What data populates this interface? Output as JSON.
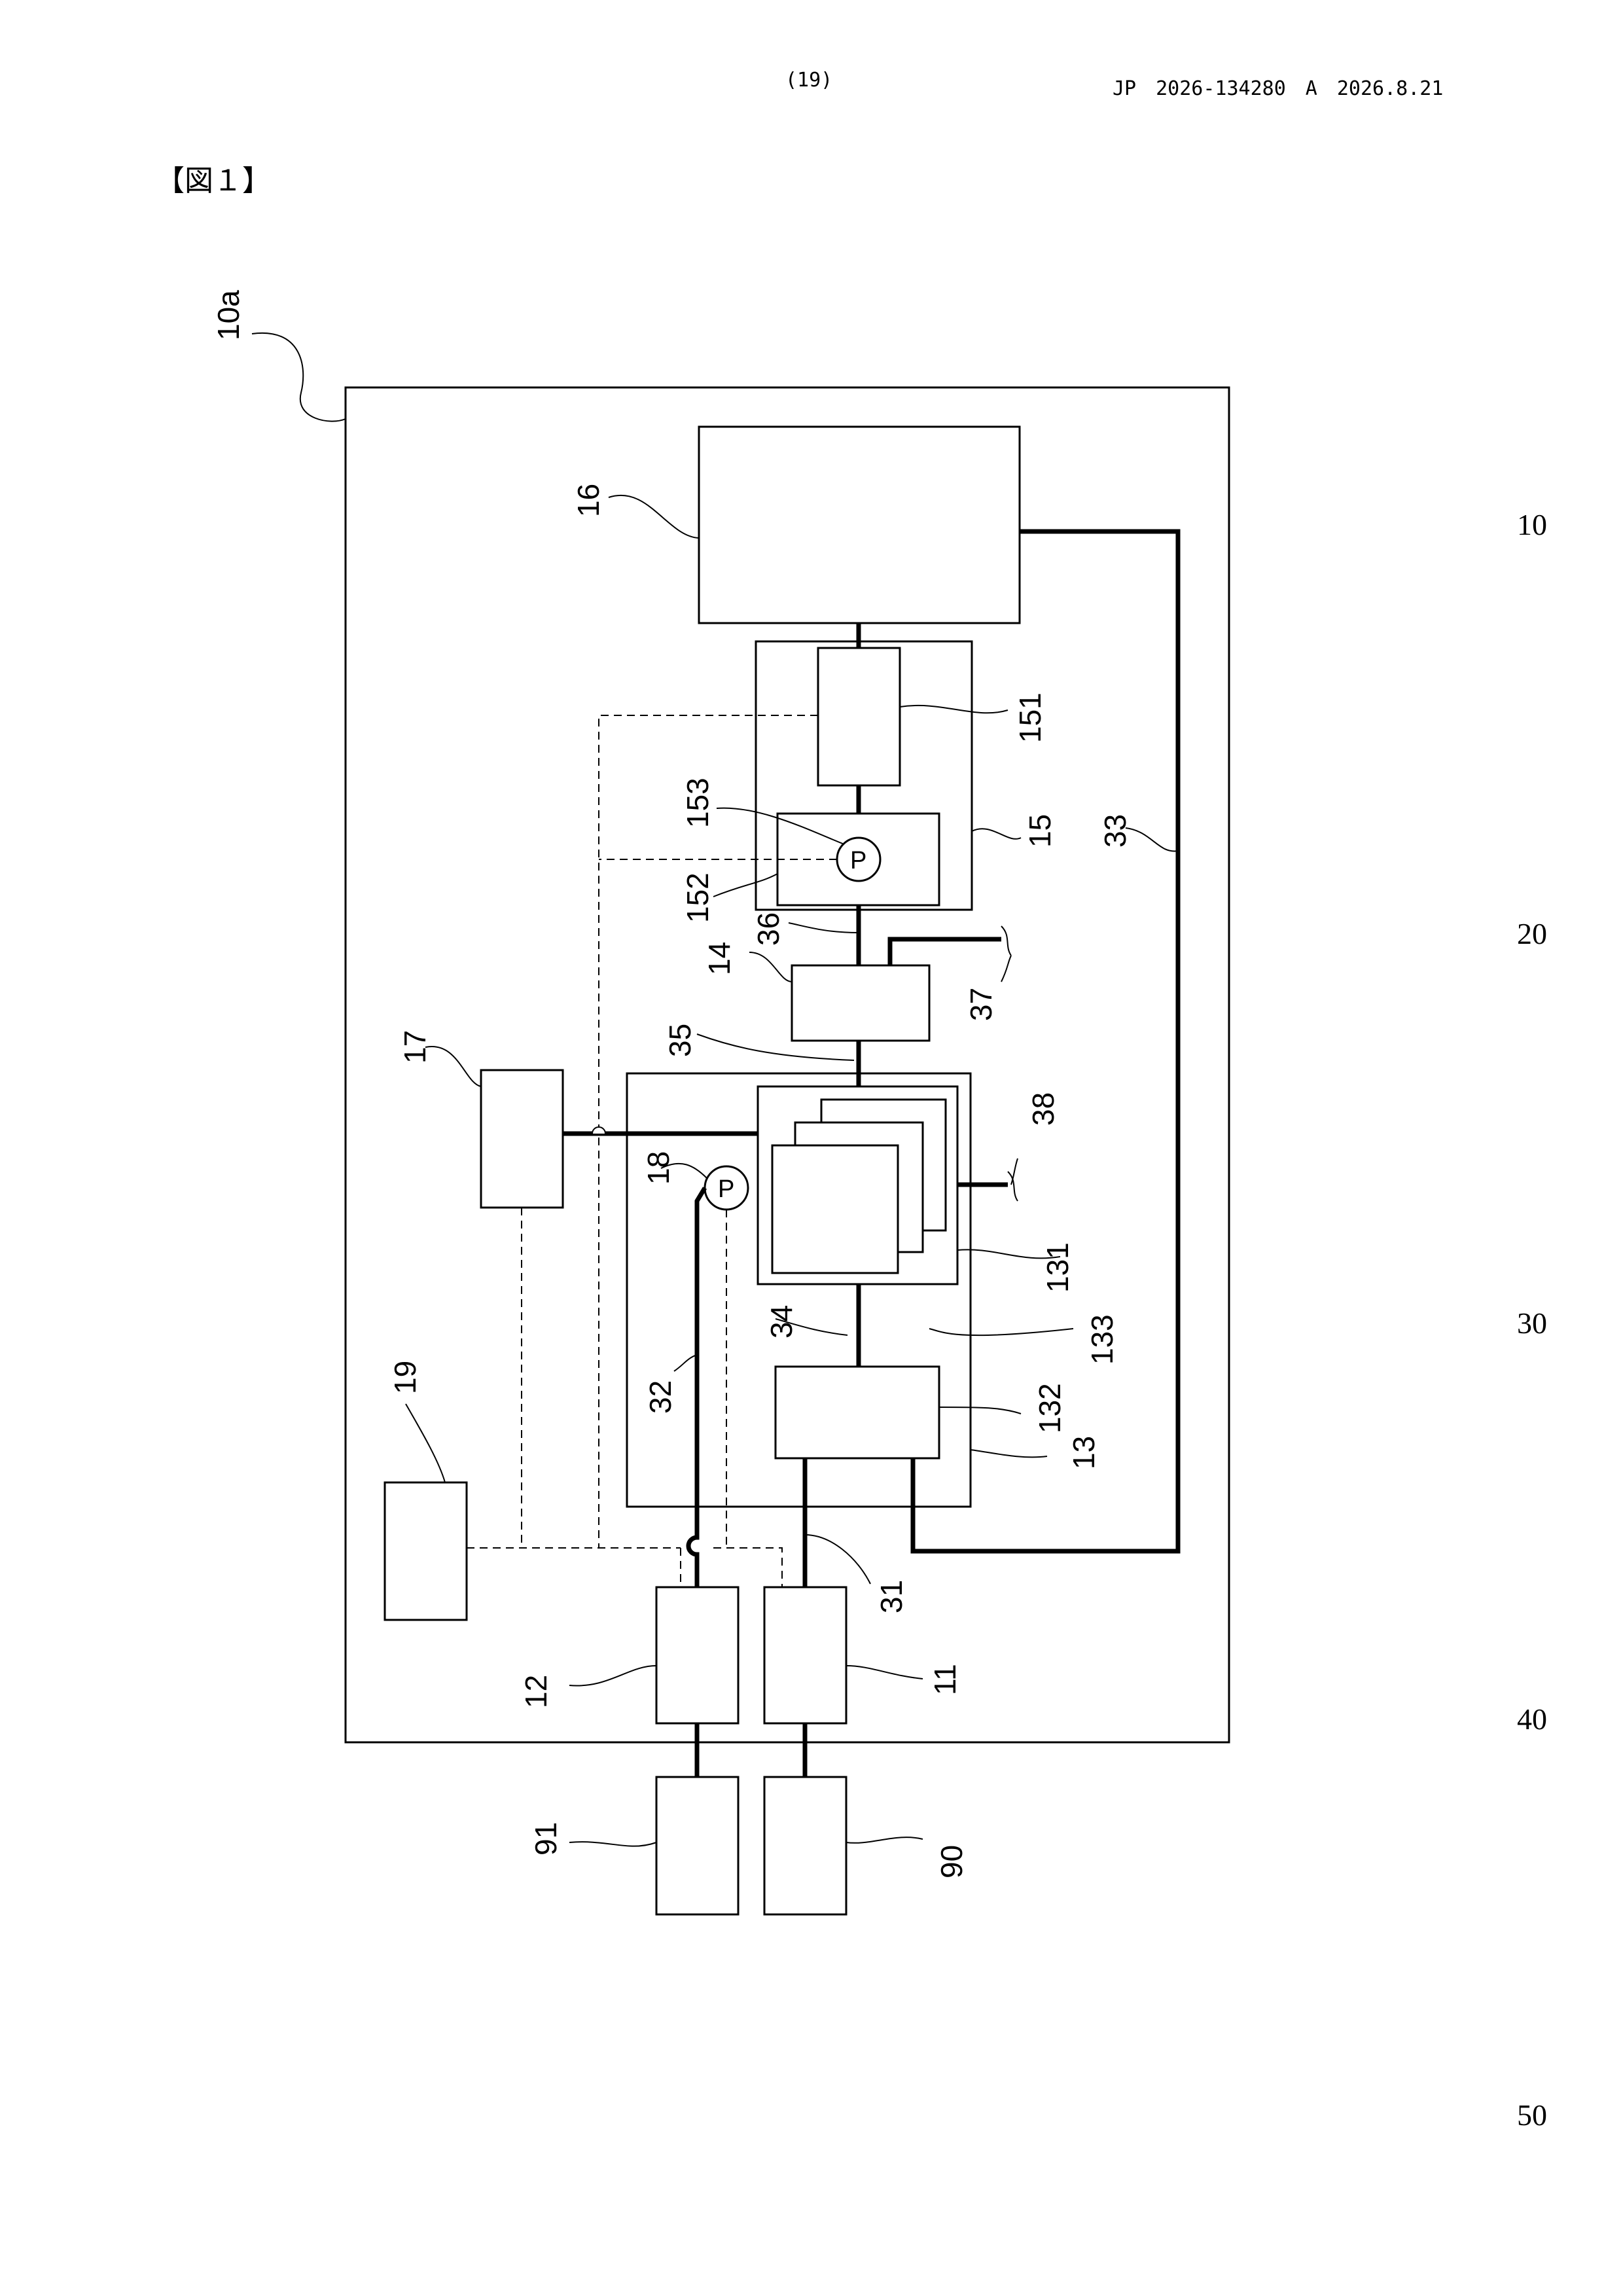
{
  "header": {
    "page_number": "(19)",
    "publication": "JP　2026-134280　A　2026.8.21"
  },
  "figure": {
    "label": "【図１】",
    "system_ref": "10a",
    "refs": {
      "r16": "16",
      "r151": "151",
      "r153": "153",
      "r152": "152",
      "r15": "15",
      "r33": "33",
      "r36": "36",
      "r14": "14",
      "r37": "37",
      "r35": "35",
      "r17": "17",
      "r38": "38",
      "r18": "18",
      "r131": "131",
      "r34": "34",
      "r133": "133",
      "r19": "19",
      "r32": "32",
      "r132": "132",
      "r13": "13",
      "r31": "31",
      "r12": "12",
      "r11": "11",
      "r91": "91",
      "r90": "90"
    },
    "pump_symbol": "P"
  },
  "line_numbers": [
    "10",
    "20",
    "30",
    "40",
    "50"
  ]
}
